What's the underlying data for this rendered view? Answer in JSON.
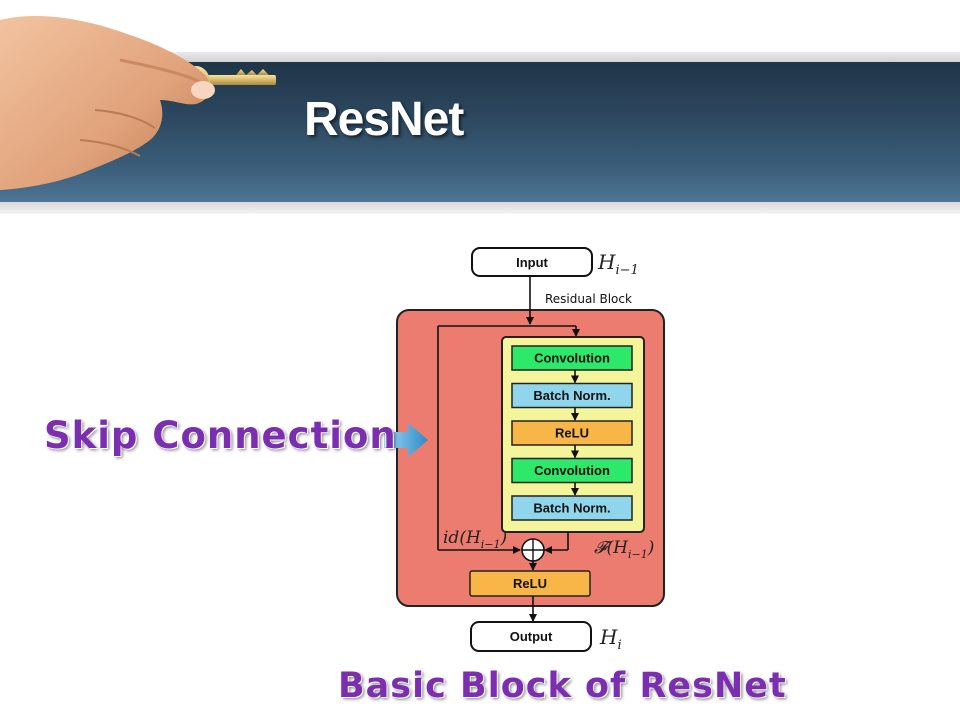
{
  "slide": {
    "title": "ResNet",
    "skip_label": "Skip Connection",
    "caption": "Basic Block of ResNet"
  },
  "diagram": {
    "input_label": "Input",
    "input_math": "H",
    "input_sub": "i−1",
    "residual_block_label": "Residual Block",
    "layers": [
      "Convolution",
      "Batch Norm.",
      "ReLU",
      "Convolution",
      "Batch Norm."
    ],
    "id_prefix": "id(H",
    "id_sub": "i−1",
    "id_suffix": ")",
    "f_prefix": "𝓕(H",
    "f_sub": "i−1",
    "f_suffix": ")",
    "relu_label": "ReLU",
    "output_label": "Output",
    "output_math": "H",
    "output_sub": "i",
    "colors": {
      "block": "#ec7c6f",
      "inner": "#f4f49a",
      "conv": "#2ee86a",
      "bn": "#8fd6ec",
      "relu": "#f9b648"
    }
  }
}
